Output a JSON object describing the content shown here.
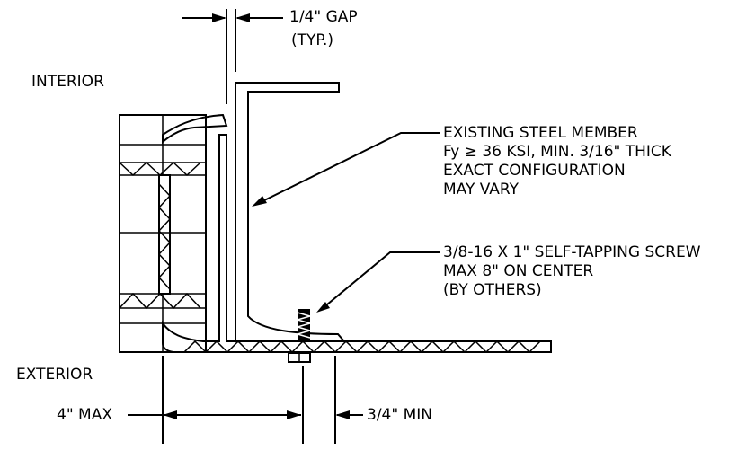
{
  "labels": {
    "gap": [
      "1/4\" GAP",
      "(TYP.)"
    ],
    "interior": "INTERIOR",
    "exterior": "EXTERIOR",
    "member": [
      "EXISTING STEEL MEMBER",
      "Fy ≥ 36 KSI, MIN. 3/16\" THICK",
      "EXACT CONFIGURATION",
      "MAY VARY"
    ],
    "screw": [
      "3/8-16 X 1\" SELF-TAPPING SCREW",
      "MAX 8\" ON CENTER",
      "(BY OTHERS)"
    ],
    "max_dim": "4\" MAX",
    "min_dim": "3/4\" MIN"
  },
  "colors": {
    "line": "#000000",
    "background": "#ffffff"
  }
}
